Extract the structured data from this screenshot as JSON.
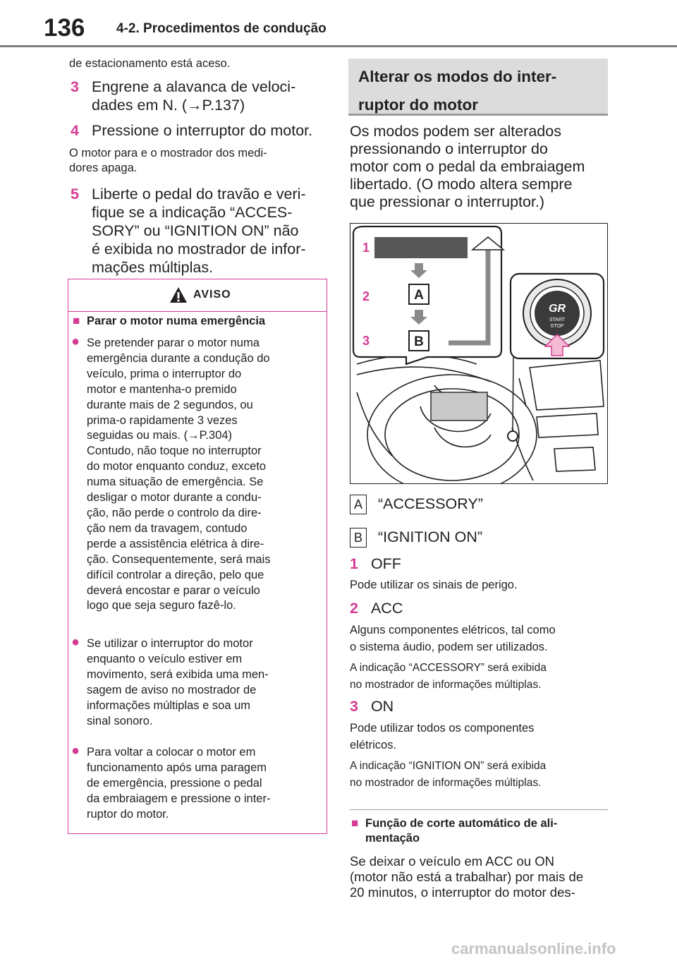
{
  "header": {
    "page_number": "136",
    "section": "4-2. Procedimentos de condução"
  },
  "left": {
    "intro": "de estacionamento está aceso.",
    "step3_num": "3",
    "step3_l1": "Engrene a alavanca de veloci-",
    "step3_l2": "dades em N. (→P.137)",
    "step4_num": "4",
    "step4": "Pressione o interruptor do motor.",
    "note4_l1": "O motor para e o mostrador dos medi-",
    "note4_l2": "dores apaga.",
    "step5_num": "5",
    "step5_lines": [
      "Liberte o pedal do travão e veri-",
      "fique se a indicação “ACCES-",
      "SORY” ou “IGNITION ON” não",
      "é exibida no mostrador de infor-",
      "mações múltiplas."
    ]
  },
  "aviso": {
    "label": "AVISO",
    "heading": "Parar o motor numa emergência",
    "b1": [
      "Se pretender parar o motor numa",
      "emergência durante a condução do",
      "veículo, prima o interruptor do",
      "motor e mantenha-o premido",
      "durante mais de 2 segundos, ou",
      "prima-o rapidamente 3 vezes",
      "seguidas ou mais. (→P.304)",
      "Contudo, não toque no interruptor",
      "do motor enquanto conduz, exceto",
      "numa situação de emergência. Se",
      "desligar o motor durante a condu-",
      "ção, não perde o controlo da dire-",
      "ção nem da travagem, contudo",
      "perde a assistência elétrica à dire-",
      "ção. Consequentemente, será mais",
      "difícil controlar a direção, pelo que",
      "deverá encostar e parar o veículo",
      "logo que seja seguro fazê-lo."
    ],
    "b2": [
      "Se utilizar o interruptor do motor",
      "enquanto o veículo estiver em",
      "movimento, será exibida uma men-",
      "sagem de aviso no mostrador de",
      "informações múltiplas e soa um",
      "sinal sonoro."
    ],
    "b3": [
      "Para voltar a colocar o motor em",
      "funcionamento após uma paragem",
      "de emergência, pressione o pedal",
      "da embraiagem e pressione o inter-",
      "ruptor do motor."
    ]
  },
  "right": {
    "section_title_l1": "Alterar os modos do inter-",
    "section_title_l2": "ruptor do motor",
    "intro": [
      "Os modos podem ser alterados",
      "pressionando o interruptor do",
      "motor com o pedal da embraiagem",
      "libertado. (O modo altera sempre",
      "que pressionar o interruptor.)"
    ],
    "figure": {
      "n1": "1",
      "n2": "2",
      "n3": "3",
      "a": "A",
      "b": "B",
      "gr": "GR",
      "start": "START",
      "stop": "STOP"
    },
    "legend_a_badge": "A",
    "legend_a": "“ACCESSORY”",
    "legend_b_badge": "B",
    "legend_b": "“IGNITION ON”",
    "m1_num": "1",
    "m1": "OFF",
    "m1_desc": "Pode utilizar os sinais de perigo.",
    "m2_num": "2",
    "m2": "ACC",
    "m2_desc": [
      "Alguns componentes elétricos, tal como",
      "o sistema áudio, podem ser utilizados."
    ],
    "m2_note": [
      "A indicação “ACCESSORY” será exibida",
      "no mostrador de informações múltiplas."
    ],
    "m3_num": "3",
    "m3": "ON",
    "m3_desc": [
      "Pode utilizar todos os componentes",
      "elétricos."
    ],
    "m3_note": [
      "A indicação “IGNITION ON” será exibida",
      "no mostrador de informações múltiplas."
    ],
    "sub_heading": [
      "Função de corte automático de ali-",
      "mentação"
    ],
    "sub_text": [
      "Se deixar o veículo em ACC ou ON",
      "(motor não está a trabalhar) por mais de",
      "20 minutos, o interruptor do motor des-"
    ]
  },
  "watermark": "carmanualsonline.info"
}
